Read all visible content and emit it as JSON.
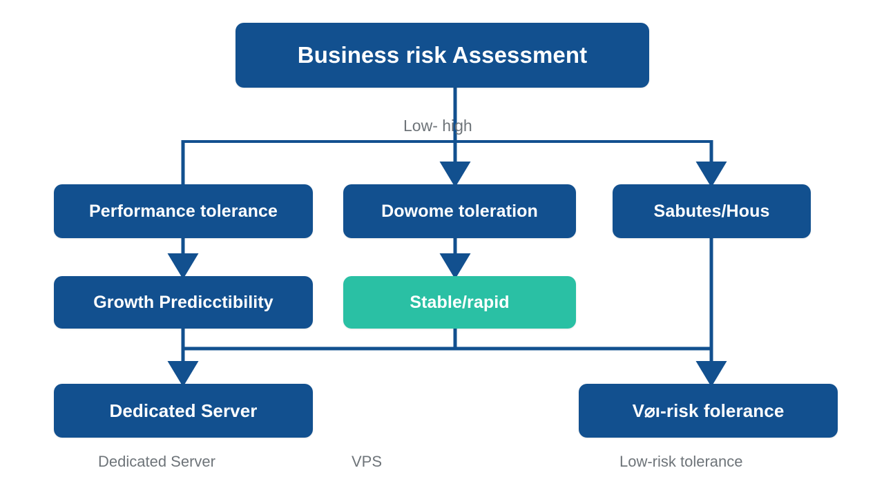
{
  "diagram": {
    "title": "Business risk Assessment",
    "background_color": "#ffffff",
    "node_color_primary": "#12508f",
    "node_color_accent": "#2ac0a4",
    "connector_color": "#12508f",
    "caption_color": "#6e7479",
    "nodes": {
      "root": {
        "label": "Business risk Assessment"
      },
      "branch_left": {
        "label": "Performance tolerance"
      },
      "branch_center": {
        "label": "Dowome toleration"
      },
      "branch_right": {
        "label": "Sabutes/Hous"
      },
      "sub_left": {
        "label": "Growth Predicctibility"
      },
      "sub_center": {
        "label": "Stable/rapid"
      },
      "outcome_left": {
        "label": "Dedicated Server"
      },
      "outcome_right": {
        "label": "V⌀ı-risk folerance"
      }
    },
    "edge_labels": {
      "root_split": "Low- high"
    },
    "captions": [
      {
        "label": "Dedicated Server"
      },
      {
        "label": "VPS"
      },
      {
        "label": "Low-risk tolerance"
      }
    ]
  }
}
